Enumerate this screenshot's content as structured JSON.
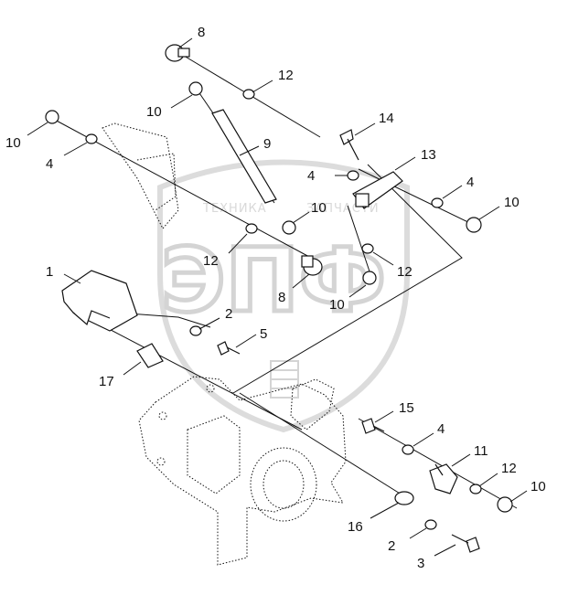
{
  "watermark": {
    "brand_left": "ТЕХНИКА",
    "brand_right": "ЗАПЧАСТИ",
    "logo": "ЭПФ"
  },
  "callouts": [
    {
      "id": "c8a",
      "text": "8"
    },
    {
      "id": "c12a",
      "text": "12"
    },
    {
      "id": "c10a",
      "text": "10"
    },
    {
      "id": "c10b",
      "text": "10"
    },
    {
      "id": "c4a",
      "text": "4"
    },
    {
      "id": "c9",
      "text": "9"
    },
    {
      "id": "c14",
      "text": "14"
    },
    {
      "id": "c13",
      "text": "13"
    },
    {
      "id": "c4b",
      "text": "4"
    },
    {
      "id": "c4c",
      "text": "4"
    },
    {
      "id": "c10c",
      "text": "10"
    },
    {
      "id": "c10d",
      "text": "10"
    },
    {
      "id": "c12b",
      "text": "12"
    },
    {
      "id": "c12c",
      "text": "12"
    },
    {
      "id": "c8b",
      "text": "8"
    },
    {
      "id": "c10e",
      "text": "10"
    },
    {
      "id": "c1",
      "text": "1"
    },
    {
      "id": "c2a",
      "text": "2"
    },
    {
      "id": "c5",
      "text": "5"
    },
    {
      "id": "c17",
      "text": "17"
    },
    {
      "id": "c15",
      "text": "15"
    },
    {
      "id": "c4d",
      "text": "4"
    },
    {
      "id": "c11",
      "text": "11"
    },
    {
      "id": "c12d",
      "text": "12"
    },
    {
      "id": "c10f",
      "text": "10"
    },
    {
      "id": "c16",
      "text": "16"
    },
    {
      "id": "c2b",
      "text": "2"
    },
    {
      "id": "c3",
      "text": "3"
    }
  ]
}
